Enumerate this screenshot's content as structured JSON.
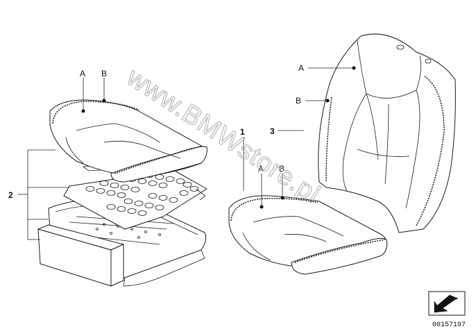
{
  "callouts": {
    "seat_left_a": "A",
    "seat_left_b": "B",
    "group_2": "2",
    "number_1": "1",
    "back_a": "A",
    "back_b": "B",
    "number_3": "3",
    "seat_right_a": "A",
    "seat_right_b": "B"
  },
  "watermark": "www.BMWstore.pl",
  "reference_number": "00157197",
  "icons": {
    "catalog_symbol": "arrow-down-left-icon"
  }
}
